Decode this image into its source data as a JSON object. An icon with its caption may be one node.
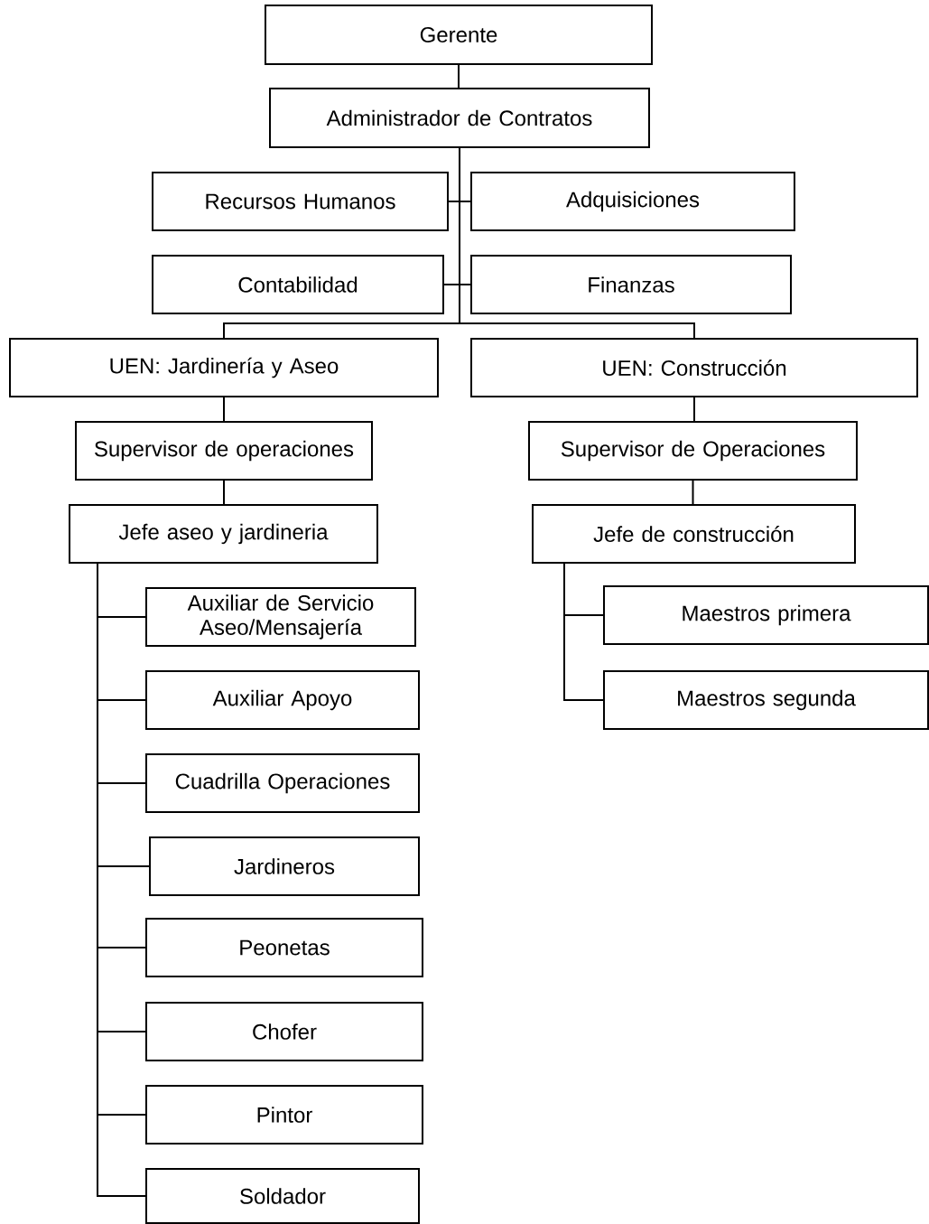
{
  "diagram": {
    "nodes": [
      {
        "text": [
          "Gerente"
        ]
      },
      {
        "text": [
          "Administrador de Contratos"
        ]
      },
      {
        "text": [
          "Recursos Humanos"
        ]
      },
      {
        "text": [
          "Adquisiciones"
        ]
      },
      {
        "text": [
          "Contabilidad"
        ]
      },
      {
        "text": [
          "Finanzas"
        ]
      },
      {
        "text": [
          "UEN: Jardinería y Aseo"
        ]
      },
      {
        "text": [
          "UEN: Construcción"
        ]
      },
      {
        "text": [
          "Supervisor de operaciones"
        ]
      },
      {
        "text": [
          "Supervisor de Operaciones"
        ]
      },
      {
        "text": [
          "Jefe aseo y jardineria"
        ]
      },
      {
        "text": [
          "Jefe de construcción"
        ]
      },
      {
        "text": [
          "Auxiliar de Servicio Aseo/Mensajería"
        ]
      },
      {
        "text": [
          "Auxiliar Apoyo"
        ]
      },
      {
        "text": [
          "Cuadrilla Operaciones"
        ]
      },
      {
        "text": [
          "Jardineros"
        ]
      },
      {
        "text": [
          "Peonetas"
        ]
      },
      {
        "text": [
          "Chofer"
        ]
      },
      {
        "text": [
          "Pintor"
        ]
      },
      {
        "text": [
          "Soldador"
        ]
      },
      {
        "text": [
          "Maestros primera"
        ]
      },
      {
        "text": [
          "Maestros segunda"
        ]
      }
    ],
    "edges": [
      {
        "from": 0,
        "to": 1,
        "arrow": "none"
      },
      {
        "from": 1,
        "to": 2,
        "arrow": "none"
      },
      {
        "from": 1,
        "to": 3,
        "arrow": "none"
      },
      {
        "from": 1,
        "to": 4,
        "arrow": "none"
      },
      {
        "from": 1,
        "to": 5,
        "arrow": "none"
      },
      {
        "from": 1,
        "to": 6,
        "arrow": "none"
      },
      {
        "from": 1,
        "to": 7,
        "arrow": "none"
      },
      {
        "from": 6,
        "to": 8,
        "arrow": "none"
      },
      {
        "from": 8,
        "to": 10,
        "arrow": "none"
      },
      {
        "from": 7,
        "to": 9,
        "arrow": "none"
      },
      {
        "from": 9,
        "to": 11,
        "arrow": "none"
      },
      {
        "from": 10,
        "to": 12,
        "arrow": "none"
      },
      {
        "from": 10,
        "to": 13,
        "arrow": "none"
      },
      {
        "from": 10,
        "to": 14,
        "arrow": "none"
      },
      {
        "from": 10,
        "to": 15,
        "arrow": "none"
      },
      {
        "from": 10,
        "to": 16,
        "arrow": "none"
      },
      {
        "from": 10,
        "to": 17,
        "arrow": "none"
      },
      {
        "from": 10,
        "to": 18,
        "arrow": "none"
      },
      {
        "from": 10,
        "to": 19,
        "arrow": "none"
      },
      {
        "from": 11,
        "to": 20,
        "arrow": "none"
      },
      {
        "from": 11,
        "to": 21,
        "arrow": "none"
      }
    ]
  }
}
